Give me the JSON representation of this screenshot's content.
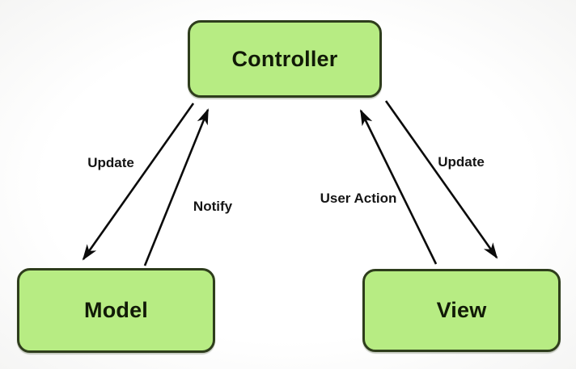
{
  "diagram": {
    "kind": "mvc-architecture-diagram",
    "nodes": {
      "controller": {
        "label": "Controller"
      },
      "model": {
        "label": "Model"
      },
      "view": {
        "label": "View"
      }
    },
    "edges": {
      "update_left": {
        "label": "Update",
        "from": "Controller",
        "to": "Model"
      },
      "notify": {
        "label": "Notify",
        "from": "Model",
        "to": "Controller"
      },
      "user_action": {
        "label": "User Action",
        "from": "View",
        "to": "Controller"
      },
      "update_right": {
        "label": "Update",
        "from": "Controller",
        "to": "View"
      }
    },
    "colors": {
      "node_fill": "#b7ec83",
      "node_border": "#2e3d1c",
      "node_text": "#111a07",
      "arrow": "#0b0b0b",
      "edge_label_text": "#151515",
      "background": "#fdfdfd"
    }
  }
}
